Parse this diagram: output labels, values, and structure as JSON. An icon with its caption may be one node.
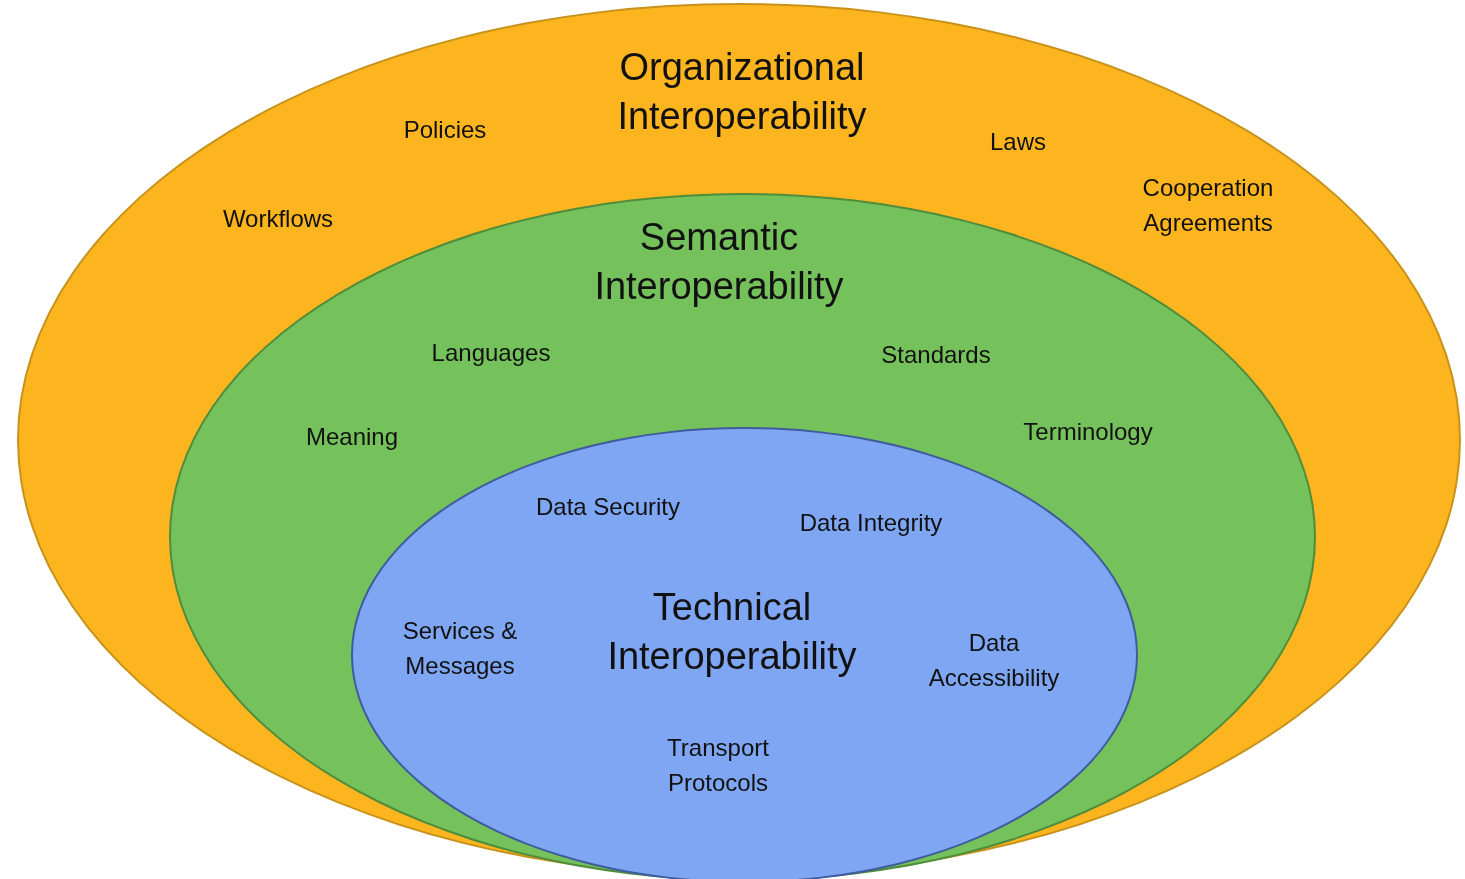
{
  "diagram": {
    "nodes": [
      {
        "text": [
          "Organizational Interoperability"
        ]
      },
      {
        "text": [
          "Semantic Interoperability"
        ],
        "in": 0
      },
      {
        "text": [
          "Technical Interoperability"
        ],
        "in": 1
      }
    ],
    "labels": [
      "Policies",
      "Laws",
      "Workflows",
      "Cooperation Agreements",
      "Languages",
      "Standards",
      "Meaning",
      "Terminology",
      "Data Security",
      "Data Integrity",
      "Services & Messages",
      "Data Accessibility",
      "Transport Protocols"
    ]
  }
}
